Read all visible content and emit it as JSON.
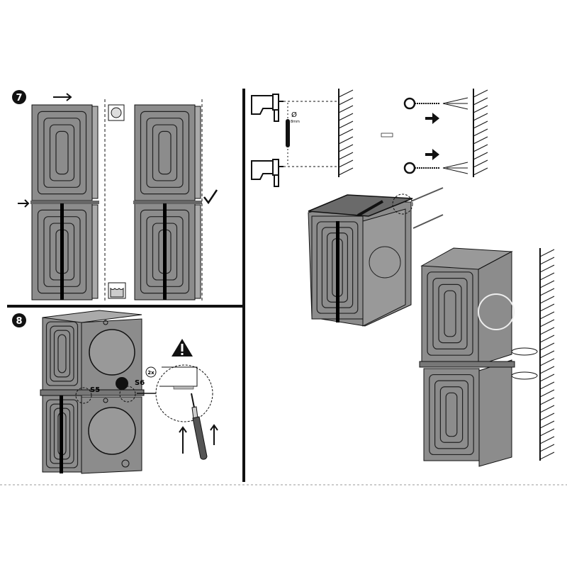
{
  "steps": [
    {
      "number": "7"
    },
    {
      "number": "8",
      "callout_count": "2x",
      "screw_labels": [
        "S5",
        "S6"
      ]
    }
  ],
  "drilling": {
    "diameter_symbol": "Ø",
    "diameter_value": "8mm"
  },
  "colors": {
    "machine": "#8c8c8c",
    "machine_dark": "#5e5e5e",
    "line": "#111111",
    "strap": "#000000"
  }
}
